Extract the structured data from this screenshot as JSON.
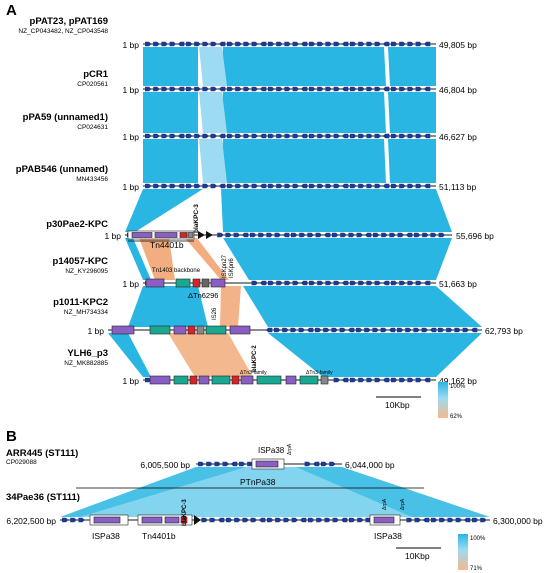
{
  "panel_a": {
    "label": "A",
    "tracks": [
      {
        "name": "pPAT23, pPAT169",
        "accession": "NZ_CP043482, NZ_CP043548",
        "start": "1 bp",
        "end": "49,805 bp"
      },
      {
        "name": "pCR1",
        "accession": "CP020561",
        "start": "1 bp",
        "end": "46,804 bp"
      },
      {
        "name": "pPA59 (unnamed1)",
        "accession": "CP024631",
        "start": "1 bp",
        "end": "46,627 bp"
      },
      {
        "name": "pPAB546 (unnamed)",
        "accession": "MN433456",
        "start": "1 bp",
        "end": "51,113 bp"
      },
      {
        "name": "p30Pae2-KPC",
        "accession": "",
        "start": "1 bp",
        "end": "55,696 bp"
      },
      {
        "name": "p14057-KPC",
        "accession": "NZ_KY296095",
        "start": "1 bp",
        "end": "51,663 bp"
      },
      {
        "name": "p1011-KPC2",
        "accession": "NZ_MH734334",
        "start": "1 bp",
        "end": "62,793 bp"
      },
      {
        "name": "YLH6_p3",
        "accession": "NZ_MK882885",
        "start": "1 bp",
        "end": "49,162 bp"
      }
    ],
    "annotations": {
      "tn4401b": "Tn4401b",
      "bla_kpc3": "blaKPC-3",
      "tn1403": "Tn1403 backbone",
      "delta_tn6296": "ΔTn6296",
      "is26": "IS26",
      "tn3_family": "ΔTn3-family",
      "isKpn27": "ISKpn27",
      "isKpn6": "ISKpn6",
      "bla_kpc2": "blaKPC-2",
      "tn3_family_b": "ΔTn3-family"
    },
    "scale_label": "10Kbp",
    "legend_max": "100%",
    "legend_min": "62%"
  },
  "panel_b": {
    "label": "B",
    "tracks": [
      {
        "name": "ARR445 (ST111)",
        "accession": "CP029088",
        "start": "6,005,500 bp",
        "end": "6,044,000 bp"
      },
      {
        "name": "34Pae36 (ST111)",
        "accession": "",
        "start": "6,202,500 bp",
        "end": "6,300,000 bp"
      }
    ],
    "annotations": {
      "ispa38_top": "ISPa38",
      "arpa_top": "ΔrpA",
      "ptnpa38": "PTnPa38",
      "ispa38_left": "ISPa38",
      "tn4401b": "Tn4401b",
      "bla_kpc3": "blaKPC-3",
      "ispa38_right": "ISPa38",
      "arpa_r1": "ΔrpA",
      "arpa_r2": "ΔrpA"
    },
    "scale_label": "10Kbp",
    "legend_max": "100%",
    "legend_min": "71%"
  },
  "colors": {
    "gene_arrow": "#1f3a8a",
    "backbone": "#1a1a1a",
    "similarity": "#29b6e3",
    "similarity_light": "#9ddbf2",
    "inversion": "#f0a06a",
    "module_purple": "#8a5fc4",
    "module_teal": "#1aa890",
    "kpc_red": "#d8232a"
  }
}
